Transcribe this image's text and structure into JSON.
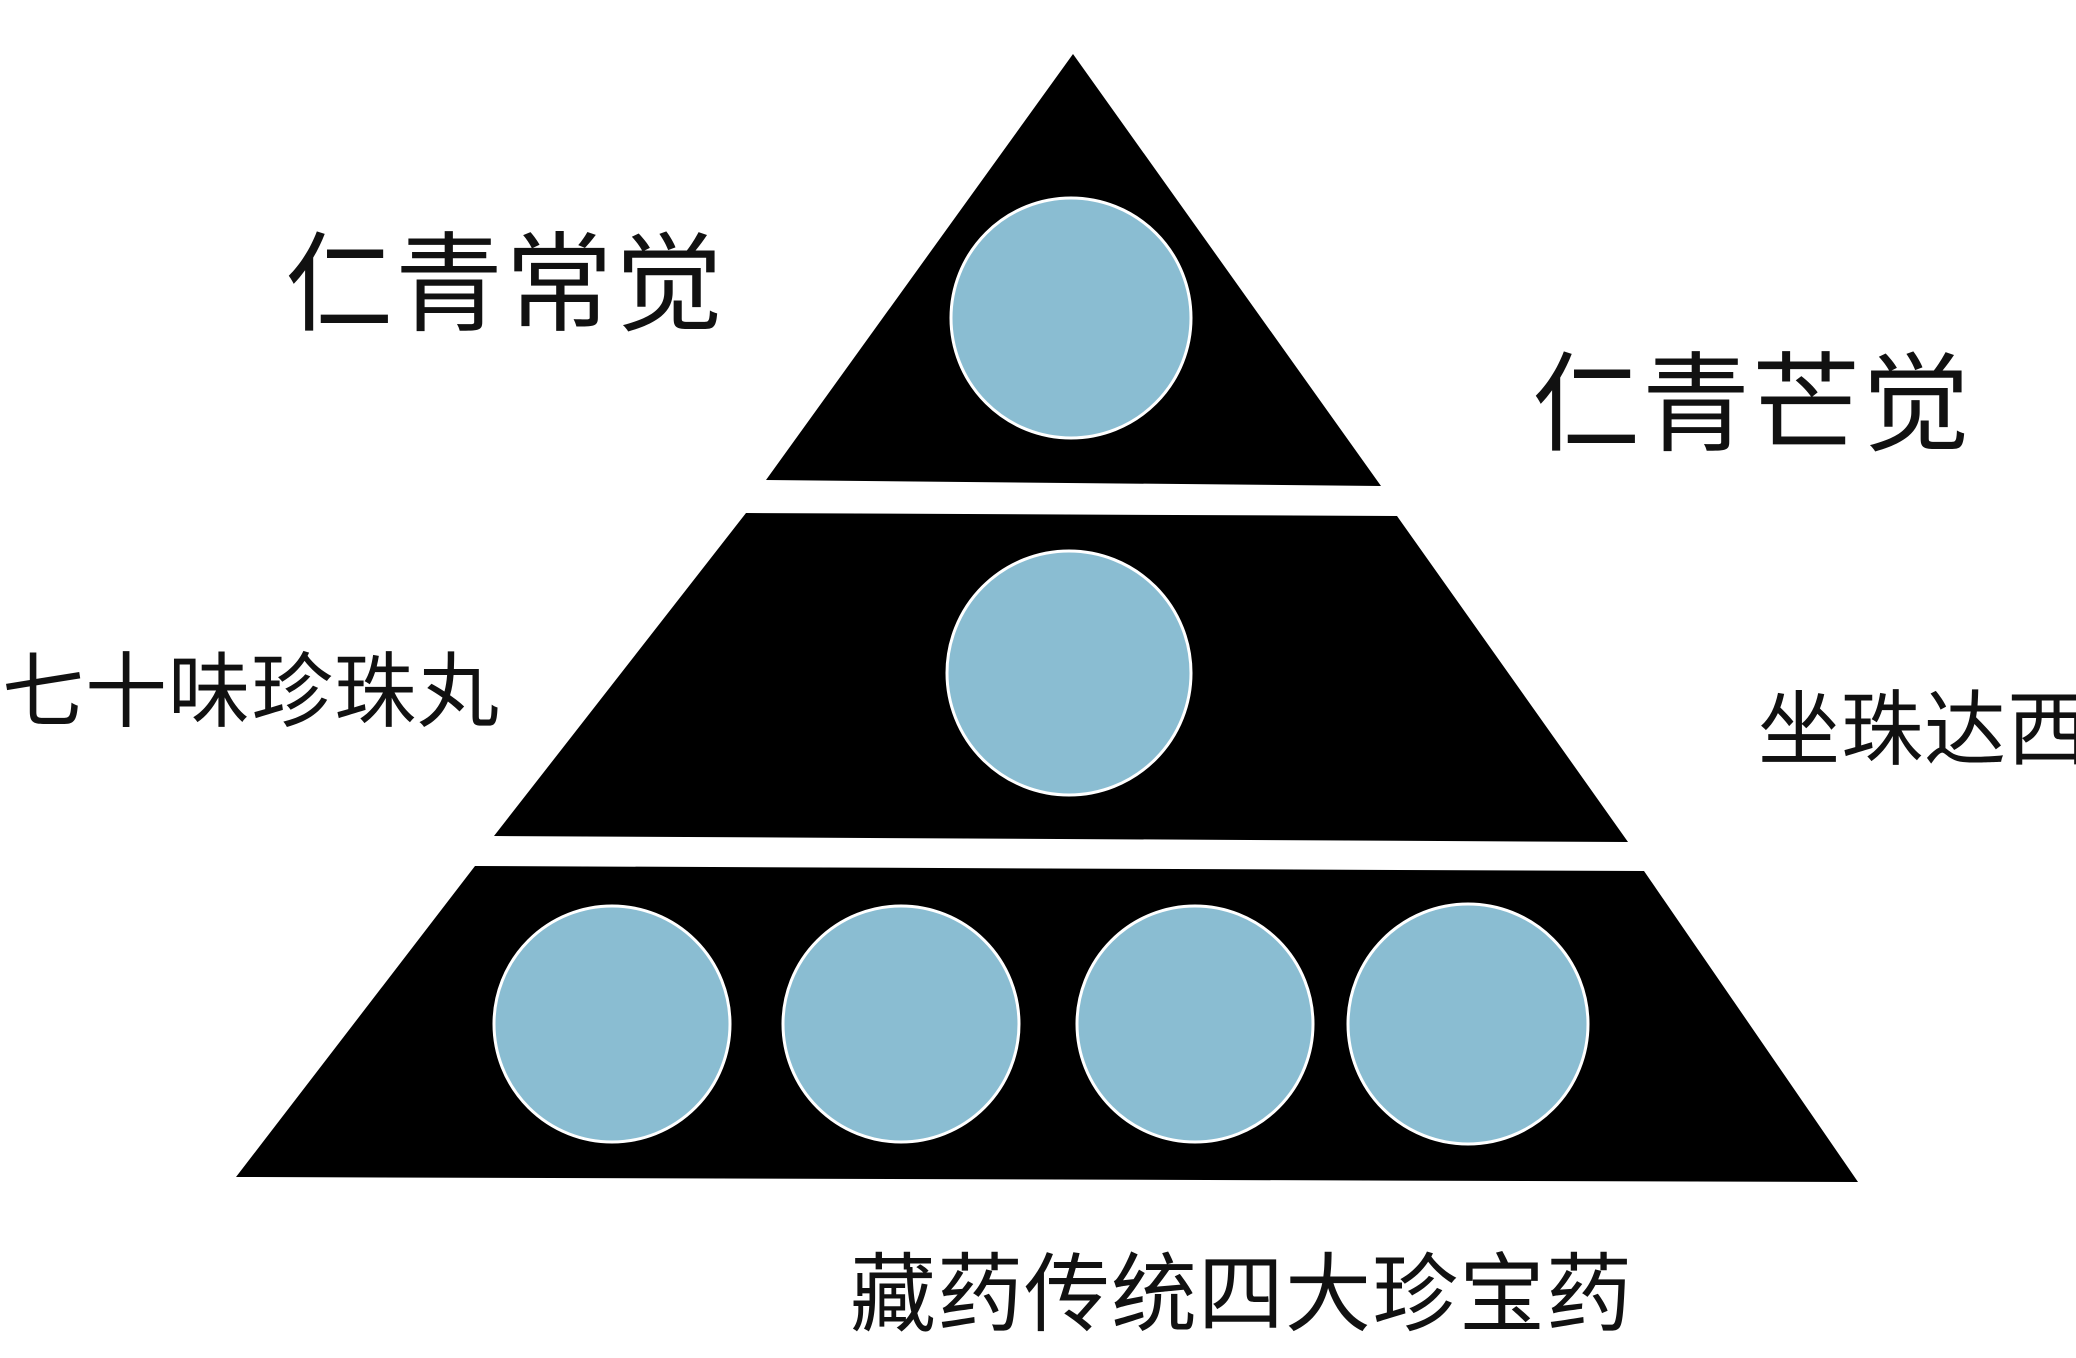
{
  "labels": {
    "top_left": "仁青常觉",
    "top_right": "仁青芒觉",
    "middle_left": "七十味珍珠丸",
    "middle_right": "坐珠达西",
    "bottom": "藏药传统四大珍宝药"
  },
  "colors": {
    "background": "#ffffff",
    "pyramid_fill": "#000000",
    "circle_fill": "#8abdd2",
    "circle_stroke": "#ffffff",
    "text": "#111111"
  },
  "pyramid": {
    "tiers": [
      {
        "circle_count": 1
      },
      {
        "circle_count": 1
      },
      {
        "circle_count": 4
      }
    ]
  }
}
